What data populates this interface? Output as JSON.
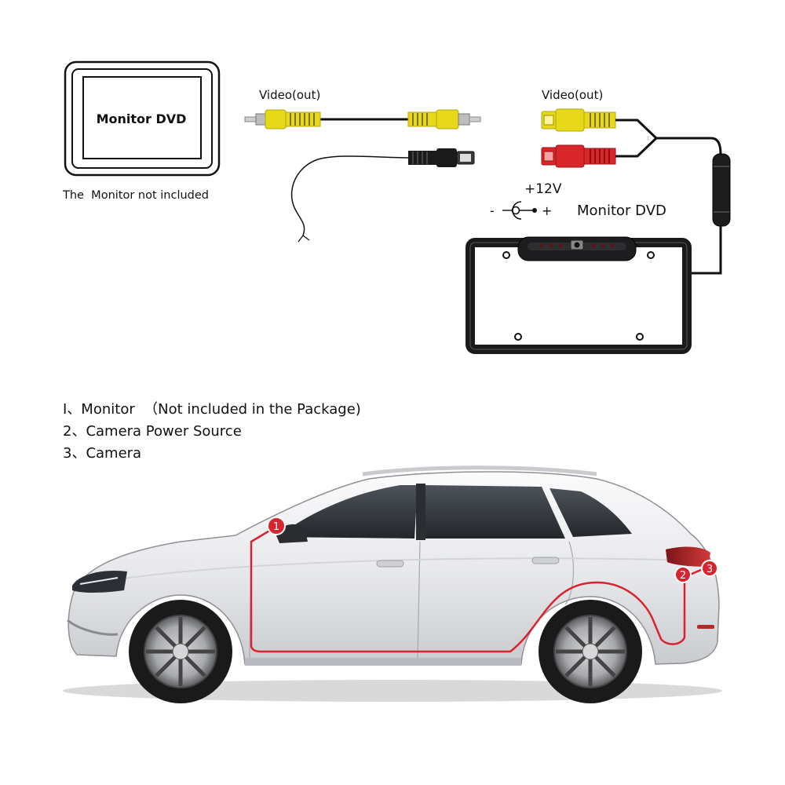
{
  "monitor": {
    "screen_label": "Monitor DVD",
    "caption": "The  Monitor not included"
  },
  "cable_left": {
    "label": "Video(out)"
  },
  "cable_right": {
    "label": "Video(out)",
    "power_label": "+12V",
    "polarity_minus": "-",
    "polarity_plus": "+",
    "dest_label": "Monitor DVD"
  },
  "legend": {
    "items": [
      {
        "num": "1",
        "text": "I、Monitor  （Not included in the Package)"
      },
      {
        "num": "2",
        "text": "2、Camera Power Source"
      },
      {
        "num": "3",
        "text": "3、Camera"
      }
    ]
  },
  "car": {
    "markers": [
      "1",
      "2",
      "3"
    ]
  },
  "colors": {
    "rca_yellow": "#e8d81a",
    "rca_red": "#d8262a",
    "cable": "#111111",
    "wire_route": "#d9232e",
    "car_body": "#e9eaec"
  }
}
